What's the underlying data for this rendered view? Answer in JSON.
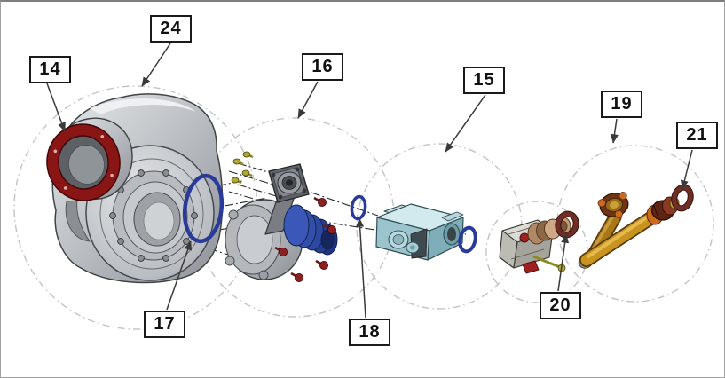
{
  "app": {
    "type": "exploded-parts-diagram",
    "background": "#ffffff"
  },
  "callouts": {
    "c14": {
      "label": "14"
    },
    "c15": {
      "label": "15"
    },
    "c16": {
      "label": "16"
    },
    "c17": {
      "label": "17"
    },
    "c18": {
      "label": "18"
    },
    "c19": {
      "label": "19"
    },
    "c20": {
      "label": "20"
    },
    "c21": {
      "label": "21"
    },
    "c24": {
      "label": "24"
    }
  },
  "parts": [
    {
      "callout": "24",
      "name": "gear-housing-group",
      "desc": "gray gearbox housing with bolted round flange",
      "color": "#a8acb2"
    },
    {
      "callout": "14",
      "name": "ring-gasket",
      "desc": "red mounting ring on housing snout",
      "color": "#8a1515"
    },
    {
      "callout": "17",
      "name": "o-ring-large",
      "desc": "large blue O-ring",
      "color": "#2a3a9a"
    },
    {
      "callout": "16",
      "name": "adapter-flange-assembly",
      "desc": "gray adapter housing, square flange, blue coupler, yellow fittings, red screws",
      "color": "#9a9ea4"
    },
    {
      "callout": "18",
      "name": "o-ring-small",
      "desc": "small blue O-ring",
      "color": "#2a3a9a"
    },
    {
      "callout": "15",
      "name": "valve-block-group",
      "desc": "light blue valve block with side O-ring",
      "color": "#9cc4cd"
    },
    {
      "callout": "20",
      "name": "sealing-washer",
      "desc": "bronze sealing washer",
      "color": "#6e2e26"
    },
    {
      "callout": "19",
      "name": "elbow-pipe-group",
      "desc": "golden elbow pipe with fittings",
      "color": "#c8941f"
    },
    {
      "callout": "21",
      "name": "sealing-washer",
      "desc": "bronze sealing washer",
      "color": "#6e2e26"
    }
  ],
  "style": {
    "leader_color": "#3a3a3a",
    "group_circle_color": "#c3c3c3",
    "centerline_color": "#2a2a2e",
    "callout_border": "#1a1a1a",
    "callout_bg": "#ffffff"
  }
}
